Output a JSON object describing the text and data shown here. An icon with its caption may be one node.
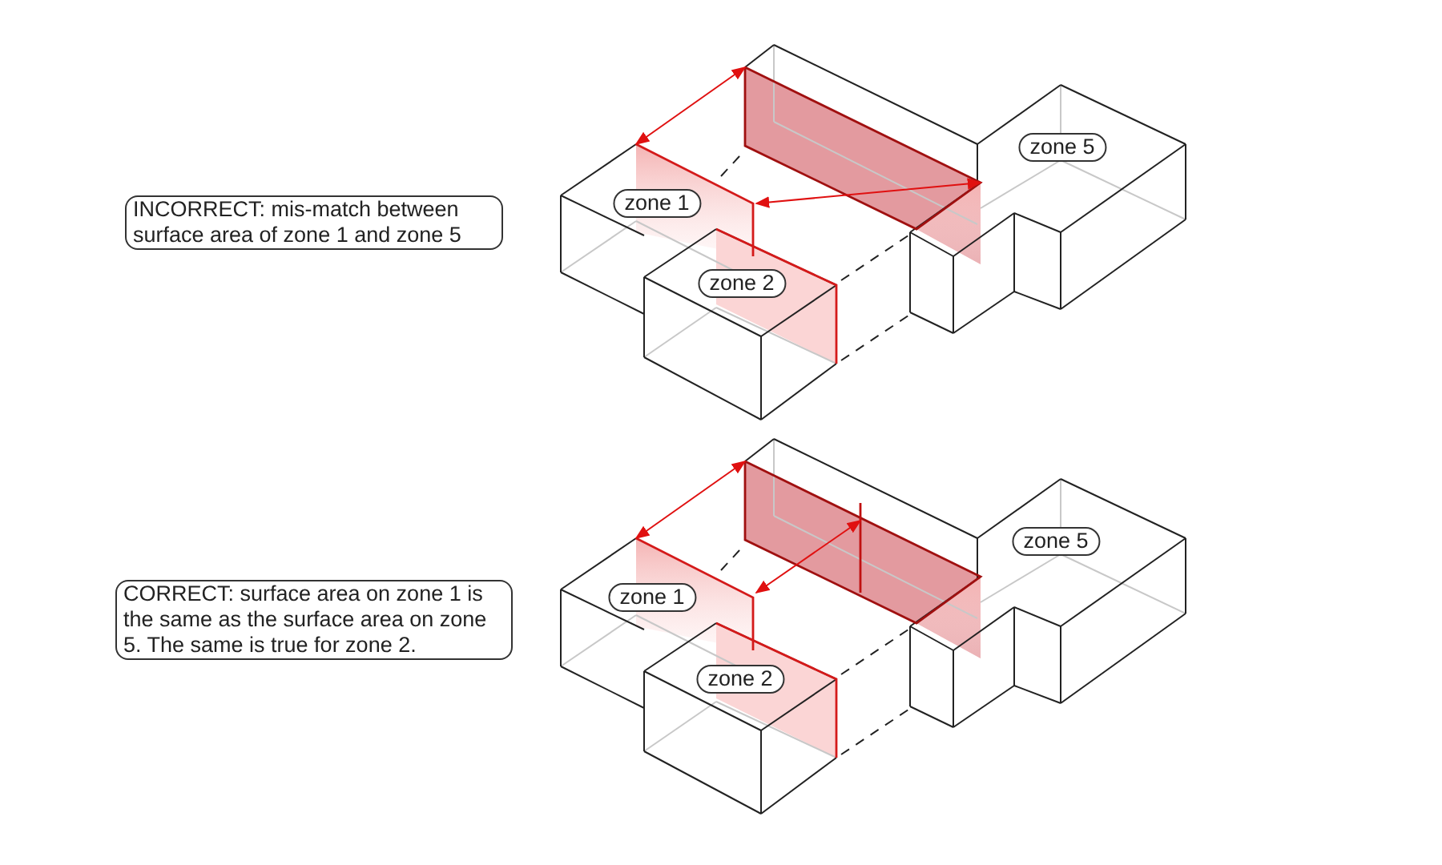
{
  "diagram": {
    "nodes": [
      {
        "text": [
          "INCORRECT: mis-match between surface area of zone 1 and zone 5"
        ]
      },
      {
        "text": [
          "zone 1"
        ]
      },
      {
        "text": [
          "zone 2"
        ]
      },
      {
        "text": [
          "zone 5"
        ]
      },
      {
        "text": [
          "CORRECT: surface area on zone 1 is the same as the surface area on zone 5.  The same is true for zone 2."
        ]
      },
      {
        "text": [
          "zone 1"
        ]
      },
      {
        "text": [
          "zone 2"
        ]
      },
      {
        "text": [
          "zone 5"
        ]
      }
    ]
  }
}
